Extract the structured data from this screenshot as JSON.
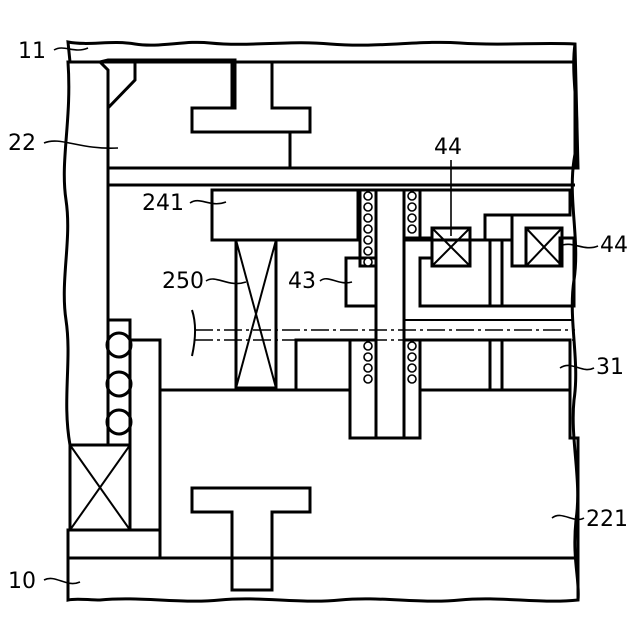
{
  "figure": {
    "labels": {
      "l11": "11",
      "l22": "22",
      "l44a": "44",
      "l44b": "44",
      "l241": "241",
      "l250": "250",
      "l43": "43",
      "l31": "31",
      "l221": "221",
      "l10": "10"
    }
  }
}
